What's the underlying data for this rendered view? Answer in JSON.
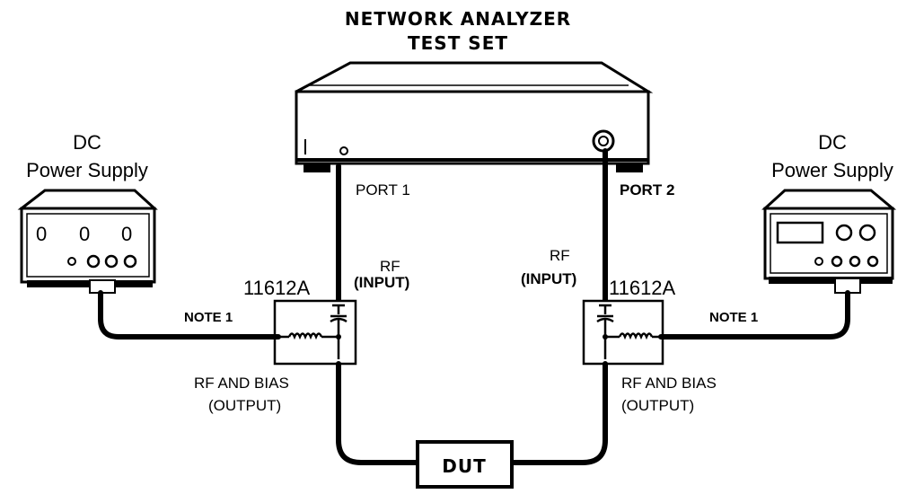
{
  "title": {
    "line1": "NETWORK ANALYZER",
    "line2": "TEST SET"
  },
  "ports": {
    "port1": "PORT 1",
    "port2": "PORT 2"
  },
  "supplies": {
    "left": {
      "line1": "DC",
      "line2": "Power Supply",
      "display": [
        "0",
        "0",
        "0"
      ]
    },
    "right": {
      "line1": "DC",
      "line2": "Power Supply"
    }
  },
  "bias_tees": {
    "left": {
      "model": "11612A",
      "input_line1": "RF",
      "input_line2": "(INPUT)",
      "output_line1": "RF  AND  BIAS",
      "output_line2": "(OUTPUT)",
      "note": "NOTE 1"
    },
    "right": {
      "model": "11612A",
      "input_line1": "RF",
      "input_line2": "(INPUT)",
      "output_line1": "RF  AND  BIAS",
      "output_line2": "(OUTPUT)",
      "note": "NOTE 1"
    }
  },
  "dut": "DUT"
}
